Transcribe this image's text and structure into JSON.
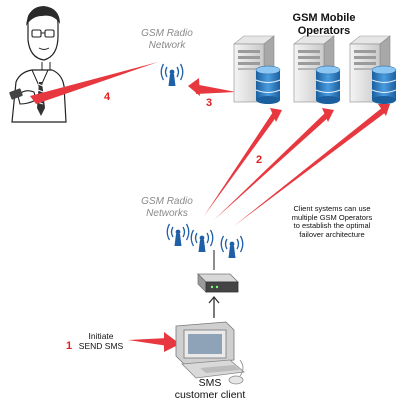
{
  "labels": {
    "gsm_radio_network_top": "GSM Radio\nNetwork",
    "gsm_mobile_operators": "GSM Mobile\nOperators",
    "gsm_radio_networks_bottom": "GSM Radio\nNetworks",
    "client_note": "Client systems can use\nmultiple GSM Operators\nto establish the optimal\nfailover architecture",
    "initiate": "Initiate\nSEND SMS",
    "sms_client": "SMS\ncustomer client"
  },
  "steps": {
    "step1": "1",
    "step2": "2",
    "step3": "3",
    "step4": "4"
  },
  "colors": {
    "arrow_red": "#e8383f",
    "number_red": "#e02020",
    "server_blue": "#2e7fc8"
  },
  "icons": {
    "person": "businessman-with-phone-icon",
    "radio_tower": "radio-antenna-icon",
    "server": "server-database-icon",
    "router": "router-icon",
    "computer": "desktop-computer-icon"
  }
}
